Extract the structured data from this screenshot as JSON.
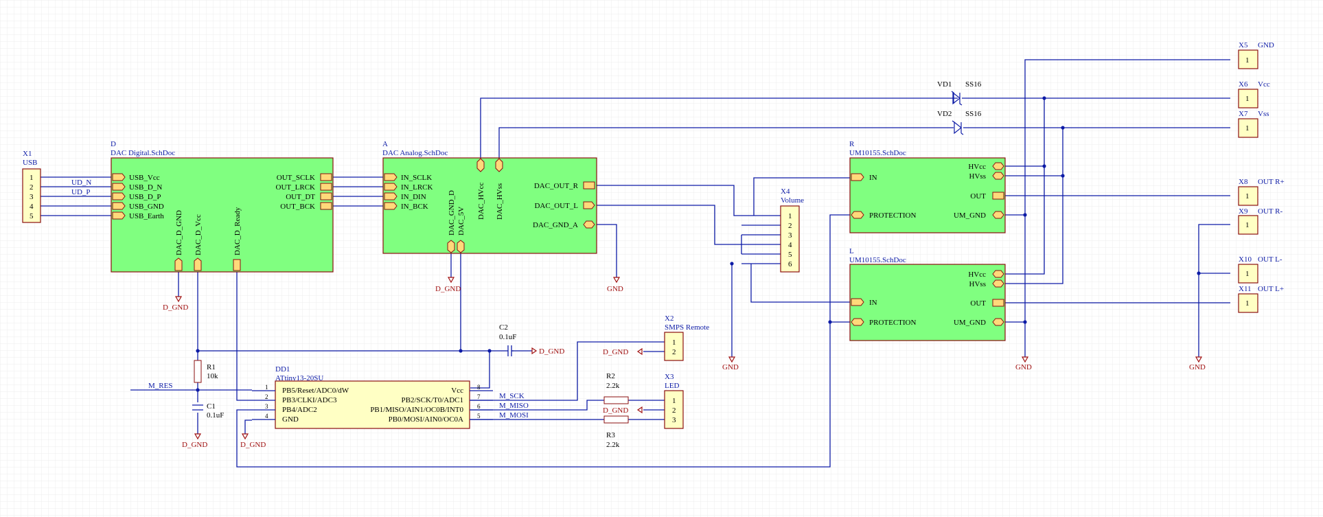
{
  "colors": {
    "wire": "#0d1ba6",
    "block_fill": "#80ff80",
    "block_border": "#8a0e0e",
    "port_fill": "#ffd97a",
    "power": "#a01010",
    "grid": "#ececec"
  },
  "sheets": {
    "digital": {
      "designator": "D",
      "file": "DAC Digital.SchDoc",
      "left_ports": [
        "USB_Vcc",
        "USB_D_N",
        "USB_D_P",
        "USB_GND",
        "USB_Earth"
      ],
      "right_ports": [
        "OUT_SCLK",
        "OUT_LRCK",
        "OUT_DT",
        "OUT_BCK"
      ],
      "bottom_ports": [
        "DAC_D_GND",
        "DAC_D_Vcc",
        "DAC_D_Ready"
      ]
    },
    "analog": {
      "designator": "A",
      "file": "DAC Analog.SchDoc",
      "left_ports": [
        "IN_SCLK",
        "IN_LRCK",
        "IN_DIN",
        "IN_BCK"
      ],
      "right_ports": [
        "DAC_OUT_R",
        "DAC_OUT_L",
        "DAC_GND_A"
      ],
      "top_ports": [
        "DAC_HVcc",
        "DAC_HVss"
      ],
      "bottom_ports": [
        "DAC_GND_D",
        "DAC_5V"
      ]
    },
    "amp_r": {
      "designator": "R",
      "file": "UM10155.SchDoc",
      "left_ports": [
        "IN",
        "PROTECTION"
      ],
      "right_ports": [
        "HVcc",
        "HVss",
        "OUT",
        "UM_GND"
      ]
    },
    "amp_l": {
      "designator": "L",
      "file": "UM10155.SchDoc",
      "left_ports": [
        "IN",
        "PROTECTION"
      ],
      "right_ports": [
        "HVcc",
        "HVss",
        "OUT",
        "UM_GND"
      ]
    }
  },
  "connectors": {
    "x1": {
      "designator": "X1",
      "value": "USB",
      "pins": [
        "1",
        "2",
        "3",
        "4",
        "5"
      ]
    },
    "x2": {
      "designator": "X2",
      "value": "SMPS Remote",
      "pins": [
        "1",
        "2"
      ]
    },
    "x3": {
      "designator": "X3",
      "value": "LED",
      "pins": [
        "1",
        "2",
        "3"
      ]
    },
    "x4": {
      "designator": "X4",
      "value": "Volume",
      "pins": [
        "1",
        "2",
        "3",
        "4",
        "5",
        "6"
      ]
    },
    "x5": {
      "designator": "X5",
      "value": "GND",
      "pin": "1"
    },
    "x6": {
      "designator": "X6",
      "value": "Vcc",
      "pin": "1"
    },
    "x7": {
      "designator": "X7",
      "value": "Vss",
      "pin": "1"
    },
    "x8": {
      "designator": "X8",
      "value": "OUT R+",
      "pin": "1"
    },
    "x9": {
      "designator": "X9",
      "value": "OUT R-",
      "pin": "1"
    },
    "x10": {
      "designator": "X10",
      "value": "OUT L-",
      "pin": "1"
    },
    "x11": {
      "designator": "X11",
      "value": "OUT L+",
      "pin": "1"
    }
  },
  "mcu": {
    "designator": "DD1",
    "value": "ATtiny13-20SU",
    "left_pins": [
      "PB5/Reset/ADC0/dW",
      "PB3/CLKI/ADC3",
      "PB4/ADC2",
      "GND"
    ],
    "left_nums": [
      "1",
      "2",
      "3",
      "4"
    ],
    "right_pins": [
      "Vcc",
      "PB2/SCK/T0/ADC1",
      "PB1/MISO/AIN1/OC0B/INT0",
      "PB0/MOSI/AIN0/OC0A"
    ],
    "right_nums": [
      "8",
      "7",
      "6",
      "5"
    ]
  },
  "passives": {
    "r1": {
      "designator": "R1",
      "value": "10k"
    },
    "r2": {
      "designator": "R2",
      "value": "2.2k"
    },
    "r3": {
      "designator": "R3",
      "value": "2.2k"
    },
    "c1": {
      "designator": "C1",
      "value": "0.1uF"
    },
    "c2": {
      "designator": "C2",
      "value": "0.1uF"
    },
    "vd1": {
      "designator": "VD1",
      "value": "SS16"
    },
    "vd2": {
      "designator": "VD2",
      "value": "SS16"
    }
  },
  "nets": {
    "ud_n": "UD_N",
    "ud_p": "UD_P",
    "m_res": "M_RES",
    "m_sck": "M_SCK",
    "m_miso": "M_MISO",
    "m_mosi": "M_MOSI"
  },
  "power": {
    "d_gnd": "D_GND",
    "gnd": "GND"
  }
}
